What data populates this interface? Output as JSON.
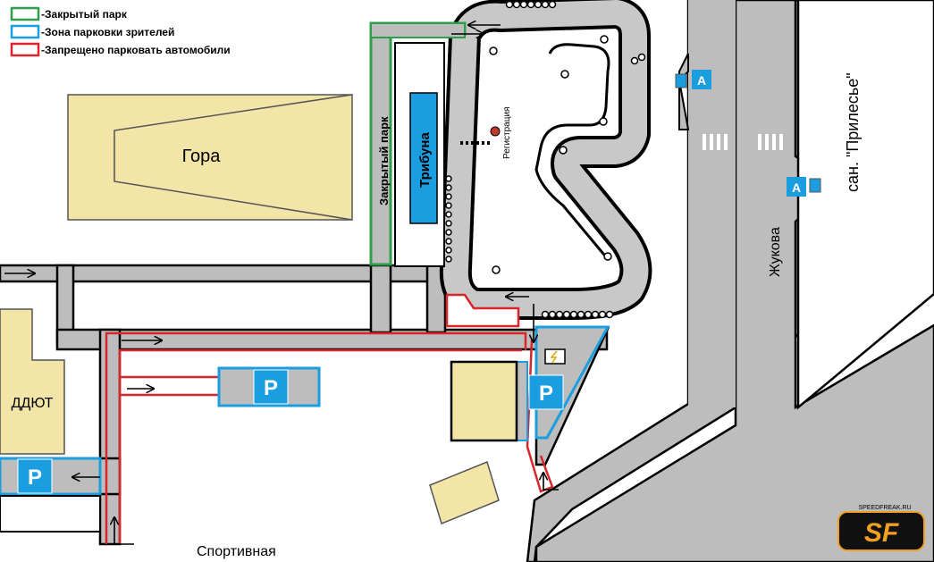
{
  "legend": {
    "closed_park": "-Закрытый парк",
    "spectator_parking": "-Зона парковки зрителей",
    "no_parking": "-Запрещено парковать автомобили"
  },
  "labels": {
    "hill": "Гора",
    "closed_park": "Закрытый парк",
    "grandstand": "Трибуна",
    "registration": "Регистрация",
    "ddyut": "ДДЮТ",
    "street_zhukova": "Жукова",
    "sanatorium": "сан. \"Прилесье\"",
    "street_sportivnaya": "Спортивная",
    "parking_sign": "P",
    "bus_stop_sign": "A",
    "logo_url": "SPEEDFREAK.RU",
    "logo_letters": "SF"
  },
  "colors": {
    "closed_park": "#2e9e4a",
    "spectator_parking": "#1a9ee0",
    "no_parking": "#d9252b",
    "road": "#bdbdbd",
    "building": "#f3e4a7",
    "grandstand": "#1a9ee0",
    "logo": "#f0a020"
  },
  "icons": [
    "parking-sign-icon",
    "bus-stop-icon",
    "power-icon",
    "arrow-icon",
    "tire-barrier-icon",
    "registration-marker-icon"
  ]
}
